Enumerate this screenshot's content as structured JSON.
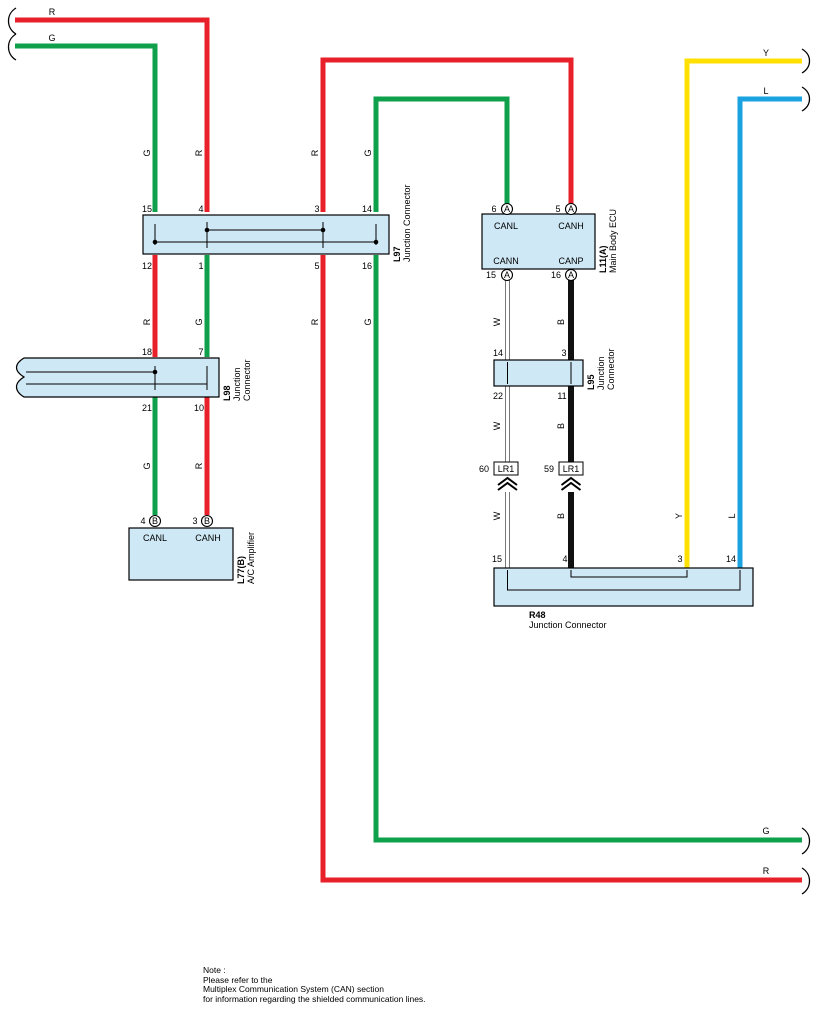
{
  "colors": {
    "red": "#e8202a",
    "green": "#0ea04b",
    "yellow": "#ffe000",
    "blue": "#1aa3e0",
    "black": "#111111",
    "connector_fill": "#cfe8f5"
  },
  "wire_labels": {
    "R": "R",
    "G": "G",
    "Y": "Y",
    "L": "L",
    "W": "W",
    "B": "B"
  },
  "pins": {
    "p15": "15",
    "p4": "4",
    "p3": "3",
    "p14": "14",
    "p12": "12",
    "p1": "1",
    "p5": "5",
    "p16": "16",
    "p18": "18",
    "p7": "7",
    "p21": "21",
    "p10": "10",
    "p6": "6",
    "p22": "22",
    "p11": "11",
    "p60": "60",
    "p59": "59"
  },
  "circle_labels": {
    "A": "A",
    "B": "B"
  },
  "connectors": {
    "l97": {
      "code": "L97",
      "name": "Junction Connector"
    },
    "l98": {
      "code": "L98",
      "name_line1": "Junction",
      "name_line2": "Connector"
    },
    "l95": {
      "code": "L95",
      "name_line1": "Junction",
      "name_line2": "Connector"
    },
    "l11": {
      "code": "L11(A)",
      "name": "Main Body ECU",
      "canl": "CANL",
      "canh": "CANH",
      "cann": "CANN",
      "canp": "CANP"
    },
    "l77": {
      "code": "L77(B)",
      "name": "A/C Amplifier",
      "canl": "CANL",
      "canh": "CANH"
    },
    "r48": {
      "code": "R48",
      "name": "Junction Connector"
    },
    "lr1": "LR1"
  },
  "note": {
    "line1": "Note :",
    "line2": "Please refer to the",
    "line3": "Multiplex Communication System (CAN) section",
    "line4": "for information regarding the shielded communication lines."
  }
}
